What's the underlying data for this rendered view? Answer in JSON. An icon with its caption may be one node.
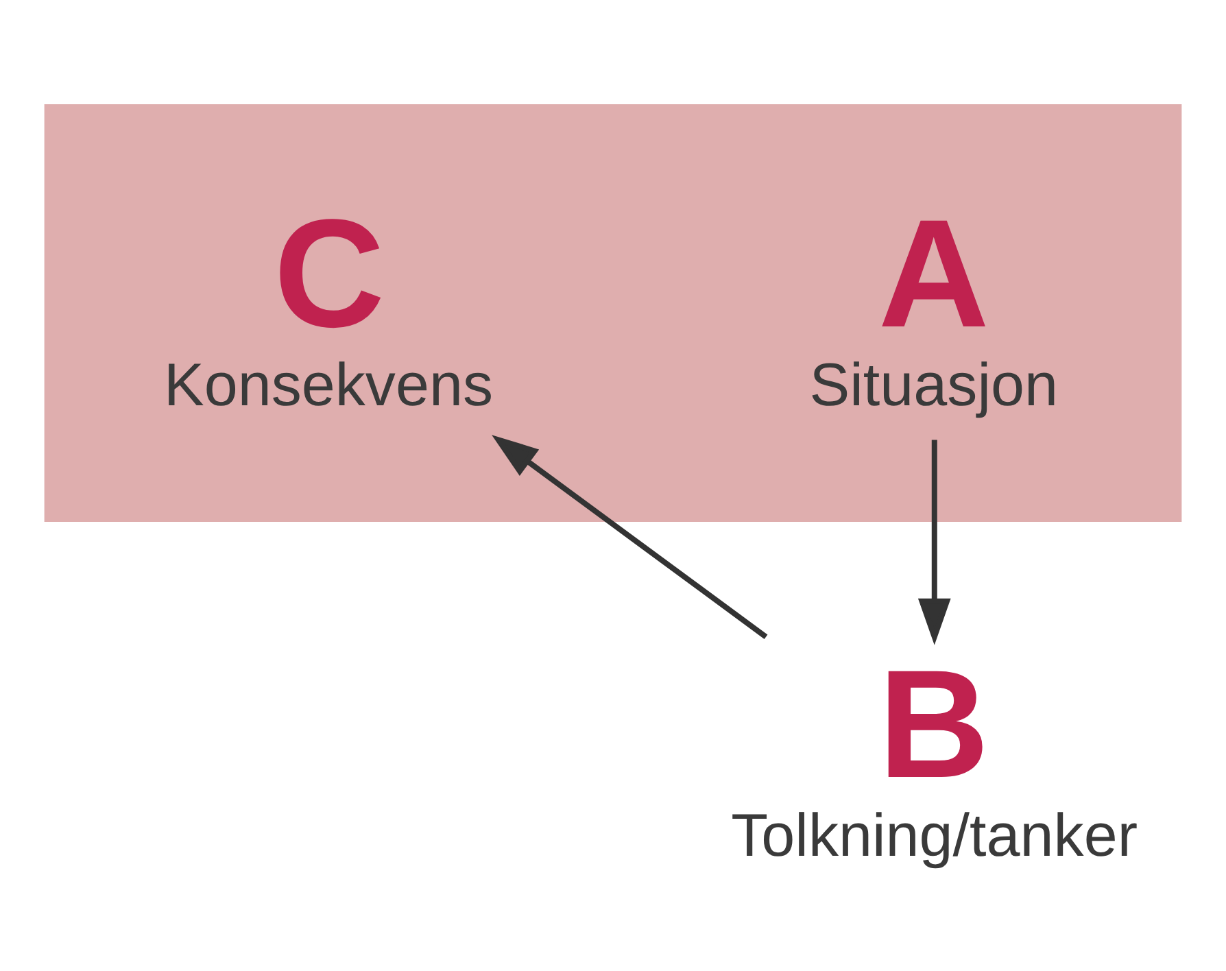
{
  "diagram": {
    "nodes": [
      {
        "text": [],
        "shape": "arrow"
      },
      {
        "text": [
          "A",
          "Situasjon"
        ],
        "in": 0
      },
      {
        "text": [
          "C",
          "Konsekvens"
        ],
        "in": 0
      },
      {
        "text": [
          "B",
          "Tolkning/tanker"
        ]
      }
    ],
    "edges": [
      {
        "from": 1,
        "to": 3,
        "arrow": "to"
      },
      {
        "from": 3,
        "to": 2,
        "arrow": "to"
      }
    ]
  }
}
